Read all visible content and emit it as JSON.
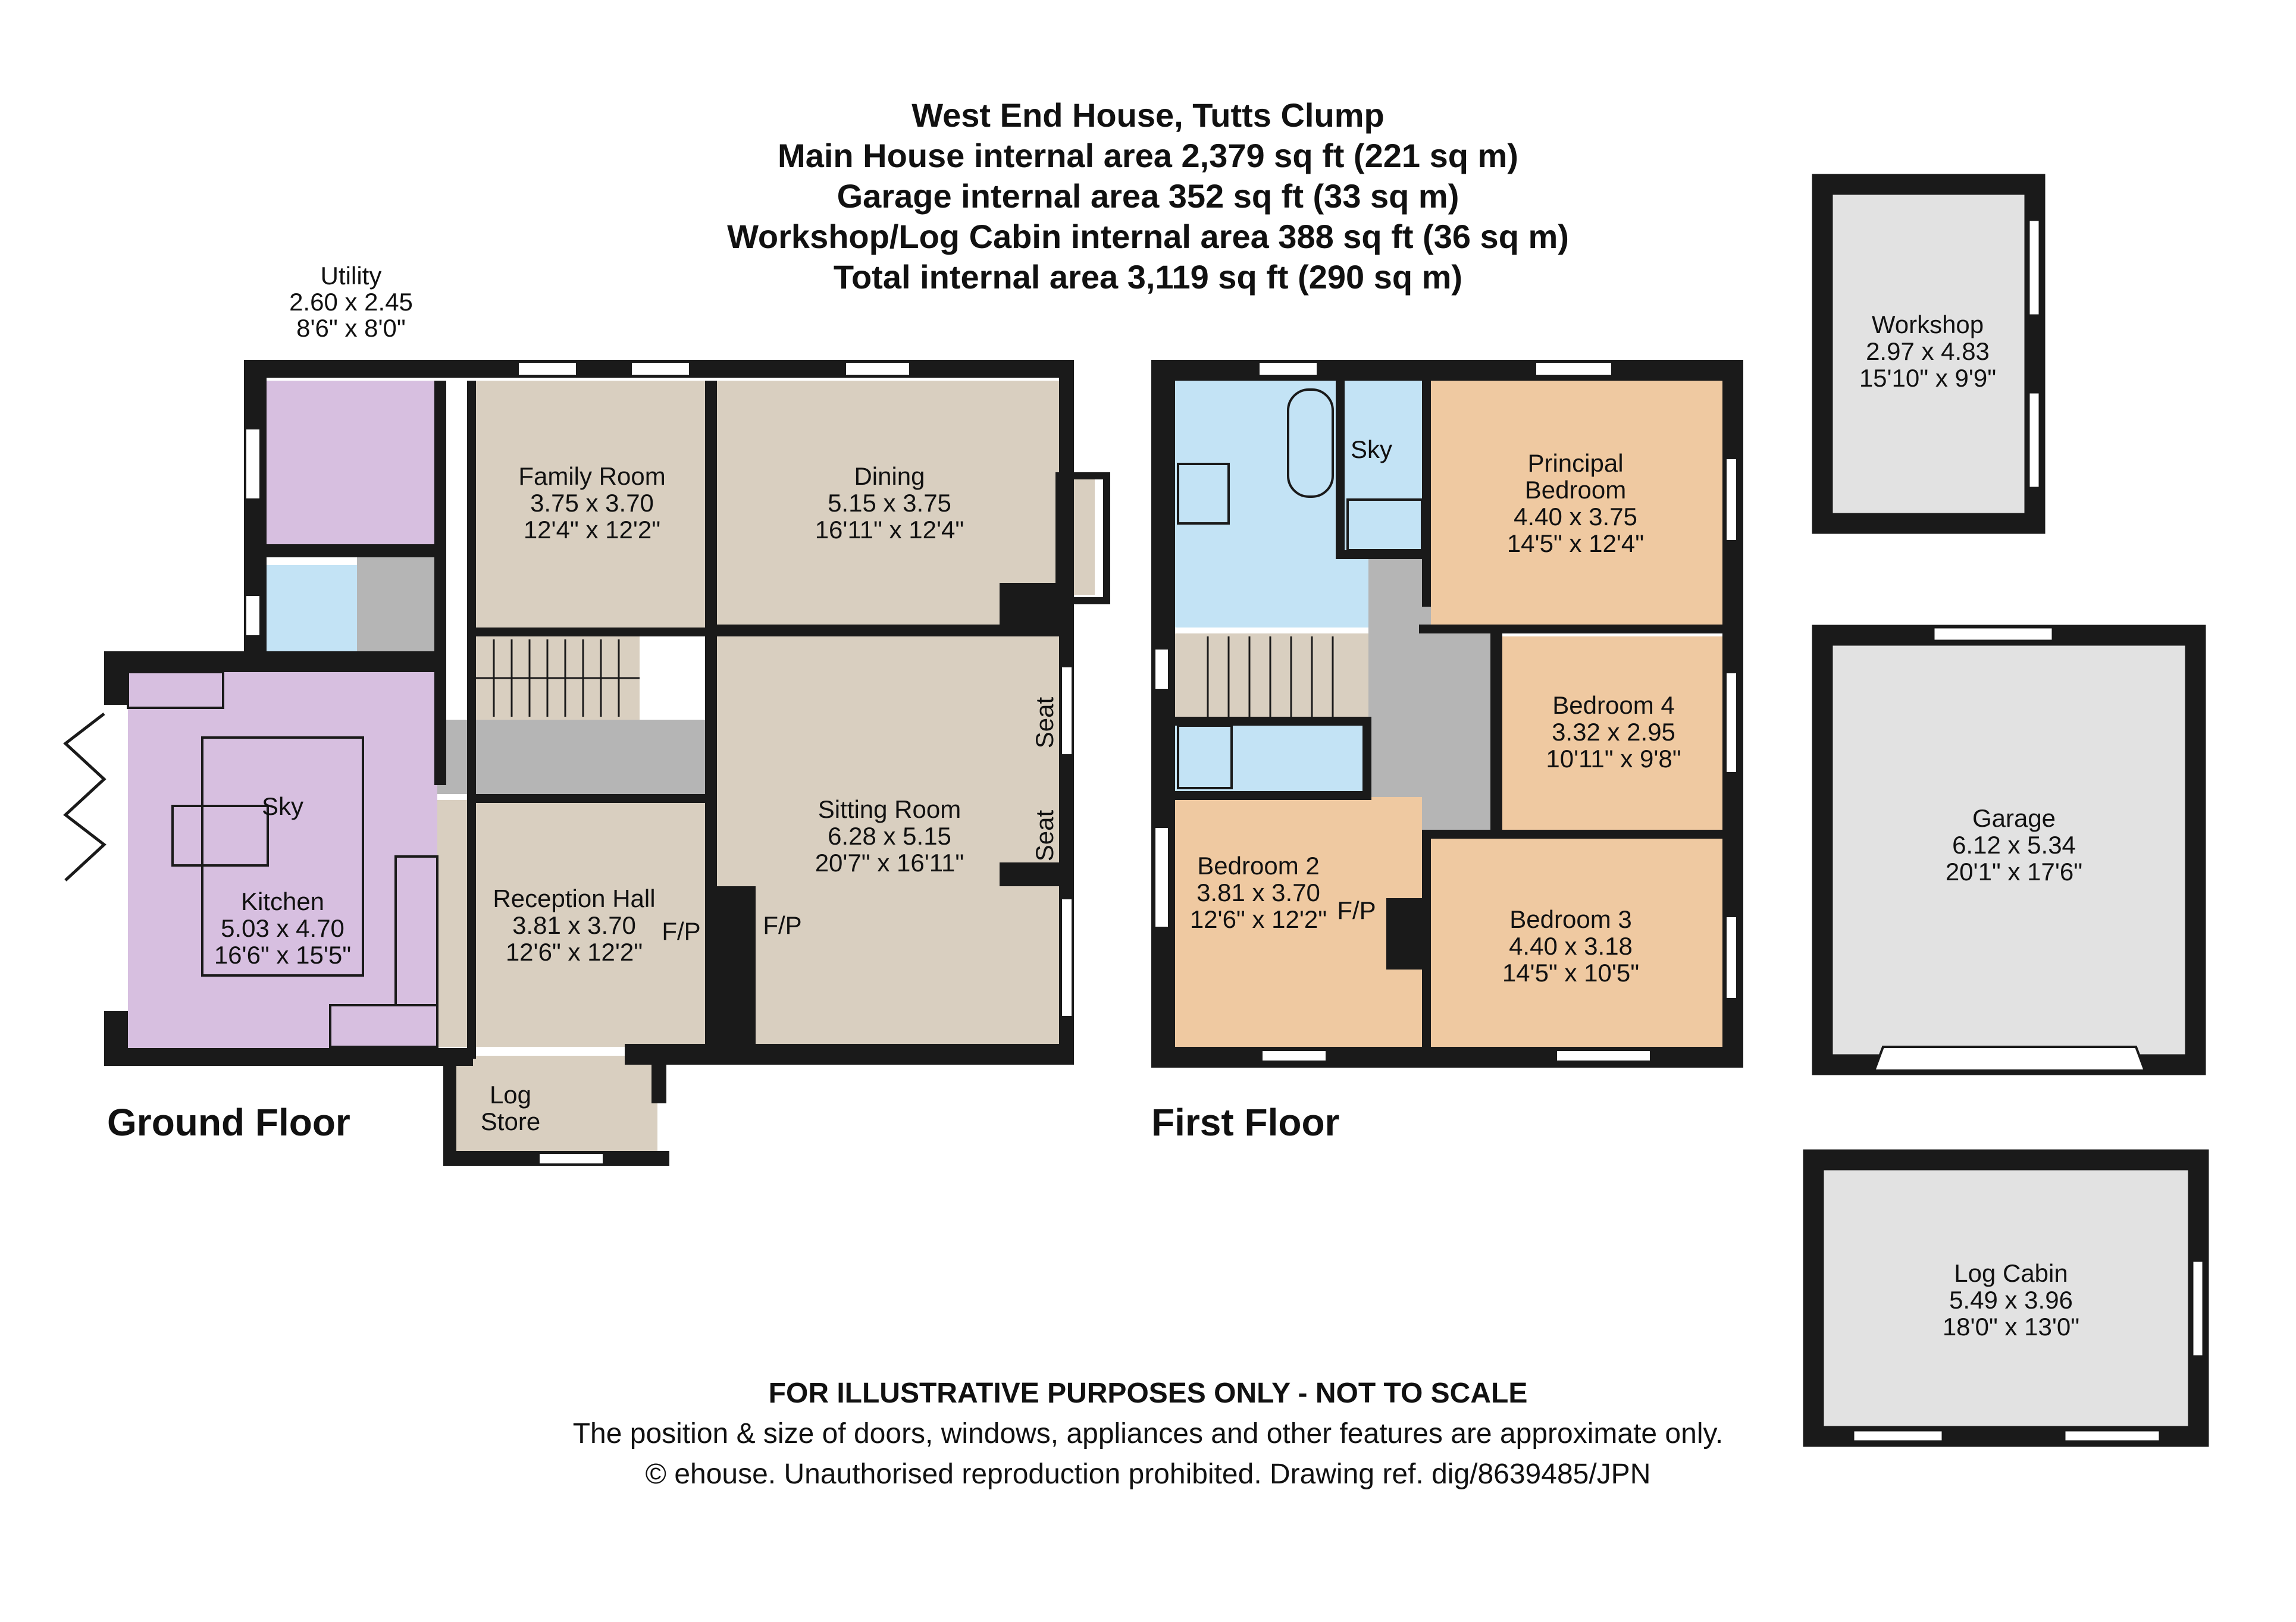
{
  "header": {
    "title": "West End House, Tutts Clump",
    "main_house": "Main House internal area 2,379 sq ft (221 sq m)",
    "garage": "Garage internal area 352 sq ft (33 sq m)",
    "workshop": "Workshop/Log Cabin internal area 388 sq ft (36 sq m)",
    "total": "Total internal area 3,119 sq ft (290 sq m)"
  },
  "floors": {
    "ground": "Ground Floor",
    "first": "First Floor"
  },
  "rooms": {
    "utility": {
      "name": "Utility",
      "metric": "2.60 x 2.45",
      "imperial": "8'6\" x 8'0\""
    },
    "family": {
      "name": "Family Room",
      "metric": "3.75 x 3.70",
      "imperial": "12'4\" x 12'2\""
    },
    "dining": {
      "name": "Dining",
      "metric": "5.15 x 3.75",
      "imperial": "16'11\" x 12'4\""
    },
    "kitchen": {
      "name": "Kitchen",
      "metric": "5.03 x 4.70",
      "imperial": "16'6\" x 15'5\""
    },
    "reception": {
      "name": "Reception Hall",
      "metric": "3.81 x 3.70",
      "imperial": "12'6\" x 12'2\""
    },
    "sitting": {
      "name": "Sitting Room",
      "metric": "6.28 x 5.15",
      "imperial": "20'7\" x 16'11\""
    },
    "logstore": {
      "name1": "Log",
      "name2": "Store"
    },
    "principal": {
      "name1": "Principal",
      "name2": "Bedroom",
      "metric": "4.40 x 3.75",
      "imperial": "14'5\" x 12'4\""
    },
    "bed4": {
      "name": "Bedroom 4",
      "metric": "3.32 x 2.95",
      "imperial": "10'11\" x 9'8\""
    },
    "bed2": {
      "name": "Bedroom 2",
      "metric": "3.81 x 3.70",
      "imperial": "12'6\" x 12'2\""
    },
    "bed3": {
      "name": "Bedroom 3",
      "metric": "4.40 x 3.18",
      "imperial": "14'5\" x 10'5\""
    },
    "workshop": {
      "name": "Workshop",
      "metric": "2.97 x 4.83",
      "imperial": "15'10\" x 9'9\""
    },
    "garage": {
      "name": "Garage",
      "metric": "6.12 x 5.34",
      "imperial": "20'1\" x 17'6\""
    },
    "logcabin": {
      "name": "Log Cabin",
      "metric": "5.49 x 3.96",
      "imperial": "18'0\" x 13'0\""
    }
  },
  "annotations": {
    "sky": "Sky",
    "seat": "Seat",
    "fp": "F/P"
  },
  "colors": {
    "wall": "#1a1a1a",
    "utility_kitchen": "#d7bfe0",
    "living": "#d9cfc0",
    "bedroom": "#efc9a1",
    "bathroom": "#c3e3f5",
    "hallway": "#b5b5b5",
    "outbuilding": "#e2e2e2"
  },
  "footer": {
    "line1": "FOR ILLUSTRATIVE PURPOSES ONLY - NOT TO SCALE",
    "line2": "The position & size of doors, windows, appliances and other features are approximate only.",
    "line3": "© ehouse. Unauthorised reproduction prohibited. Drawing ref. dig/8639485/JPN"
  }
}
